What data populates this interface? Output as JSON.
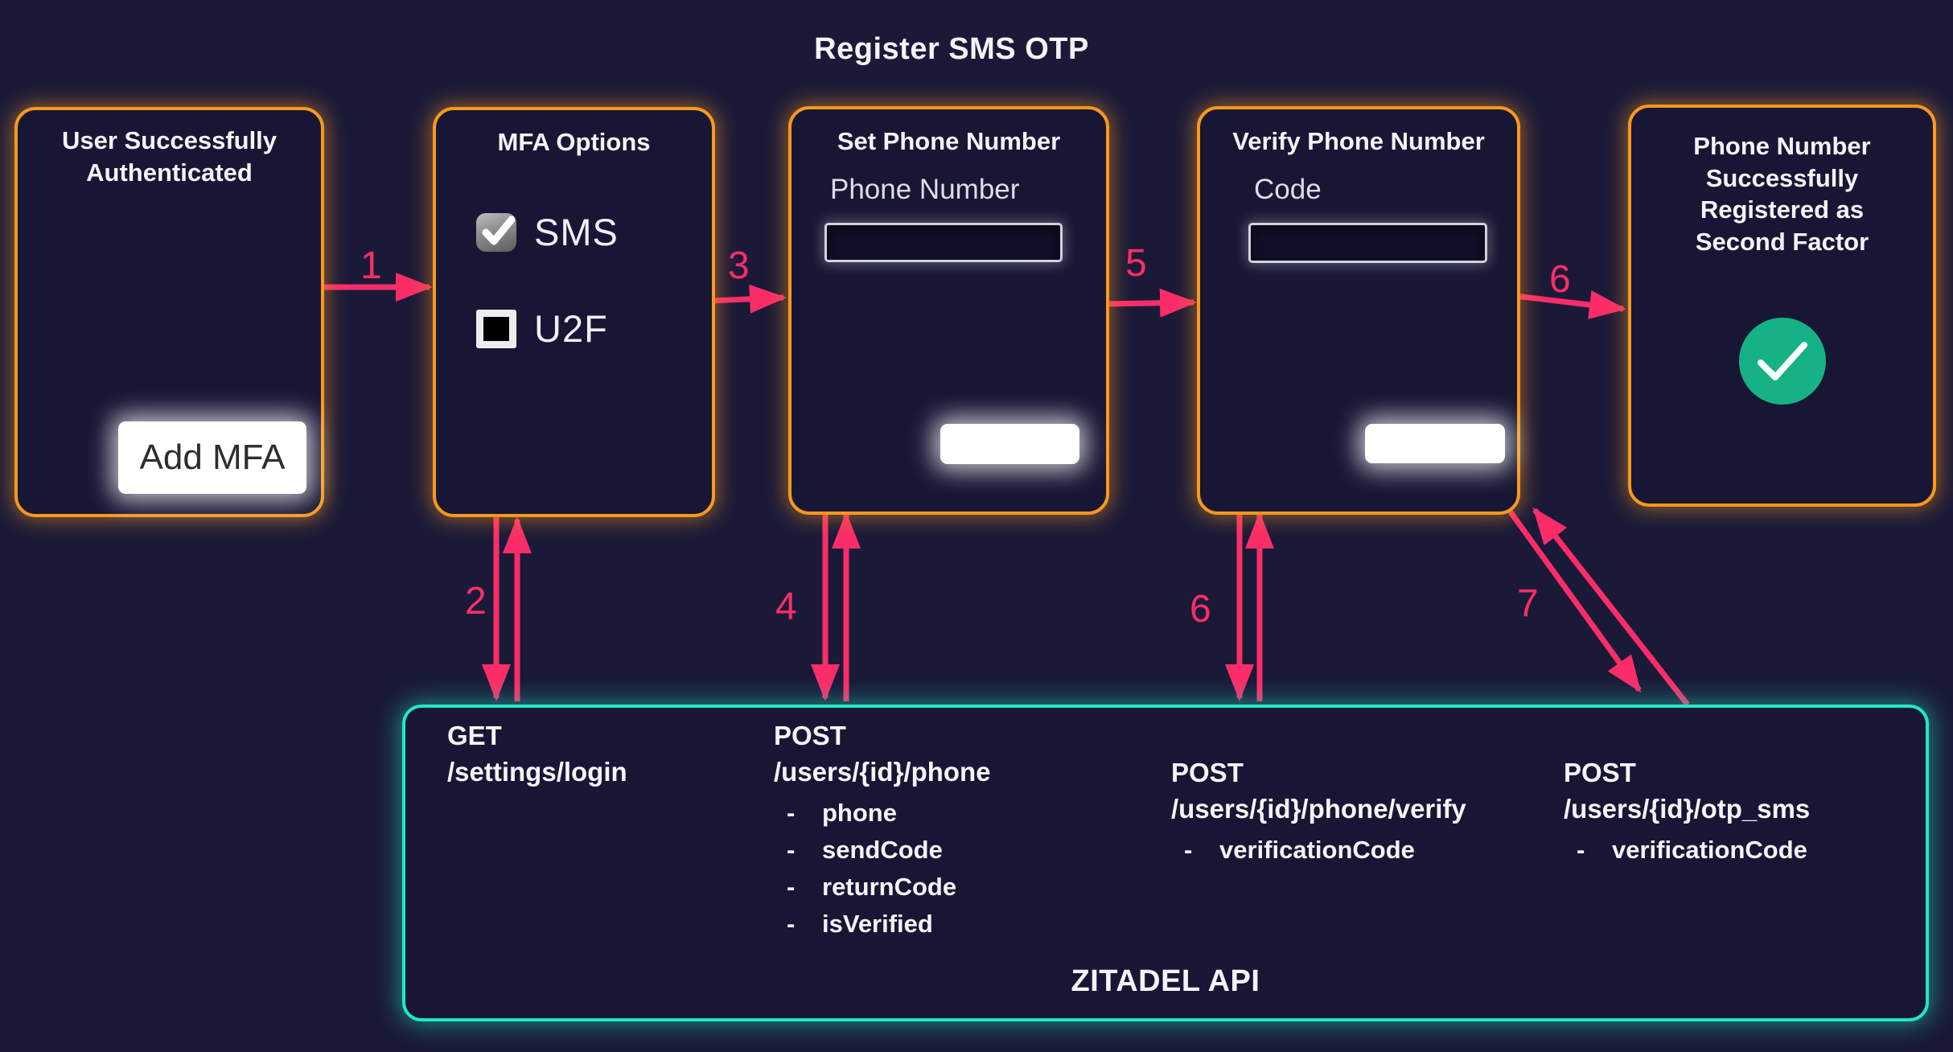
{
  "title": "Register SMS OTP",
  "colors": {
    "background": "#1a1a38",
    "card_border_orange": "#f8981d",
    "api_border_teal": "#22e7c3",
    "arrow_pink": "#fa2d69",
    "success_green": "#16b286"
  },
  "boxes": {
    "authenticated": {
      "title": "User Successfully Authenticated",
      "button_label": "Add MFA"
    },
    "mfa_options": {
      "title": "MFA Options",
      "options": [
        {
          "label": "SMS",
          "checked": true
        },
        {
          "label": "U2F",
          "checked": false
        }
      ]
    },
    "set_phone": {
      "title": "Set Phone Number",
      "field_label": "Phone Number",
      "field_value": "",
      "button_label": ""
    },
    "verify_phone": {
      "title": "Verify Phone Number",
      "field_label": "Code",
      "field_value": "",
      "button_label": ""
    },
    "registered": {
      "title": "Phone Number Successfully Registered as Second Factor"
    }
  },
  "steps": [
    "1",
    "2",
    "3",
    "4",
    "5",
    "6",
    "6",
    "7"
  ],
  "api": {
    "title": "ZITADEL API",
    "endpoints": [
      {
        "method": "GET",
        "path": "/settings/login",
        "params": []
      },
      {
        "method": "POST",
        "path": "/users/{id}/phone",
        "params": [
          "phone",
          "sendCode",
          "returnCode",
          "isVerified"
        ]
      },
      {
        "method": "POST",
        "path": "/users/{id}/phone/verify",
        "params": [
          "verificationCode"
        ]
      },
      {
        "method": "POST",
        "path": "/users/{id}/otp_sms",
        "params": [
          "verificationCode"
        ]
      }
    ]
  }
}
